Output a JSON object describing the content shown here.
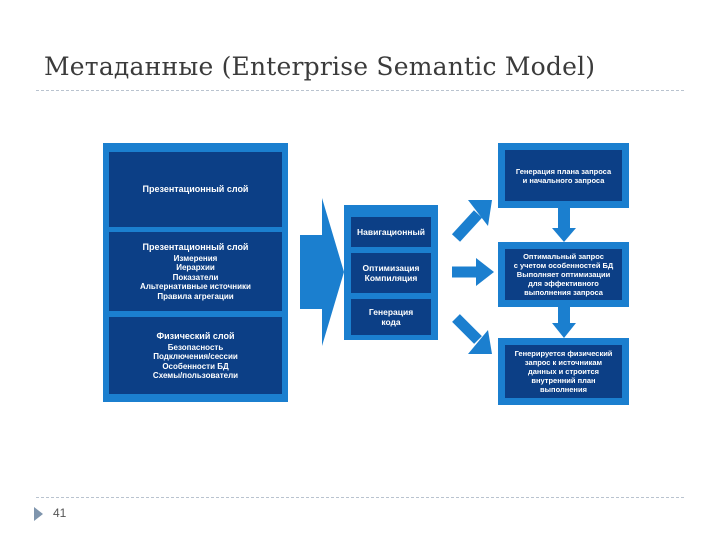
{
  "slide": {
    "title": "Метаданные (Enterprise Semantic Model)",
    "page_number": "41"
  },
  "diagram": {
    "left_panel": [
      {
        "heading": "Презентационный слой",
        "items": []
      },
      {
        "heading": "Презентационный слой",
        "items": [
          "Измерения",
          "Иерархии",
          "Показатели",
          "Альтернативные источники",
          "Правила агрегации"
        ]
      },
      {
        "heading": "Физический слой",
        "items": [
          "Безопасность",
          "Подключения/сессии",
          "Особенности БД",
          "Схемы/пользователи"
        ]
      }
    ],
    "middle_panel": [
      {
        "lines": [
          "Навигационный"
        ]
      },
      {
        "lines": [
          "Оптимизация",
          "Компиляция"
        ]
      },
      {
        "lines": [
          "Генерация",
          "кода"
        ]
      }
    ],
    "right_panel": [
      {
        "lines": [
          "Генерация плана запроса",
          "и начального запроса"
        ]
      },
      {
        "lines": [
          "Оптимальный запрос",
          "с учетом особенностей БД",
          "Выполняет оптимизации",
          "для эффективного",
          "выполнения запроса"
        ]
      },
      {
        "lines": [
          "Генерируется физический",
          "запрос к источникам",
          "данных и строится",
          "внутренний план",
          "выполнения"
        ]
      }
    ],
    "colors": {
      "panel_border": "#1b7fcf",
      "box_fill": "#0c3f86",
      "arrow": "#1b7fcf",
      "title_text": "#3b3b3b"
    }
  }
}
